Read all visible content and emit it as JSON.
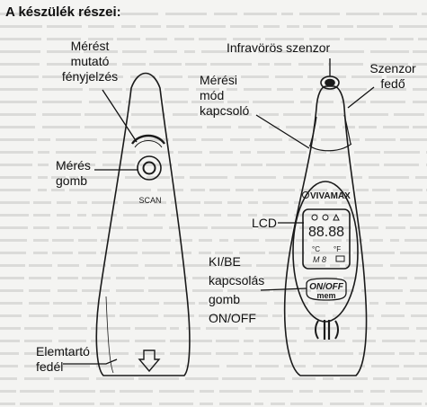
{
  "title": "A készülék részei:",
  "labels": {
    "measure_light": [
      "Mérést",
      "mutató",
      "fényjelzés"
    ],
    "measure_button": [
      "Mérés",
      "gomb"
    ],
    "battery_cover": [
      "Elemtartó",
      "fedél"
    ],
    "infrared_sensor": "Infravörös szenzor",
    "sensor_cover": [
      "Szenzor",
      "fedő"
    ],
    "mode_switch": [
      "Mérési",
      "mód",
      "kapcsoló"
    ],
    "lcd": "LCD",
    "power_button": [
      "KI/BE",
      "kapcsolás",
      "gomb",
      "ON/OFF"
    ]
  },
  "device": {
    "scan_label": "SCAN",
    "brand": "VIVAMAX",
    "lcd_digits": "88.88",
    "lcd_unit_c": "°C",
    "lcd_unit_f": "°F",
    "lcd_mem": "M 8",
    "button_on_off": "ON/OFF",
    "button_mem": "mem"
  },
  "colors": {
    "background": "#f4f4f2",
    "line": "#1a1a1a",
    "background_text": "#c6c6c4"
  }
}
